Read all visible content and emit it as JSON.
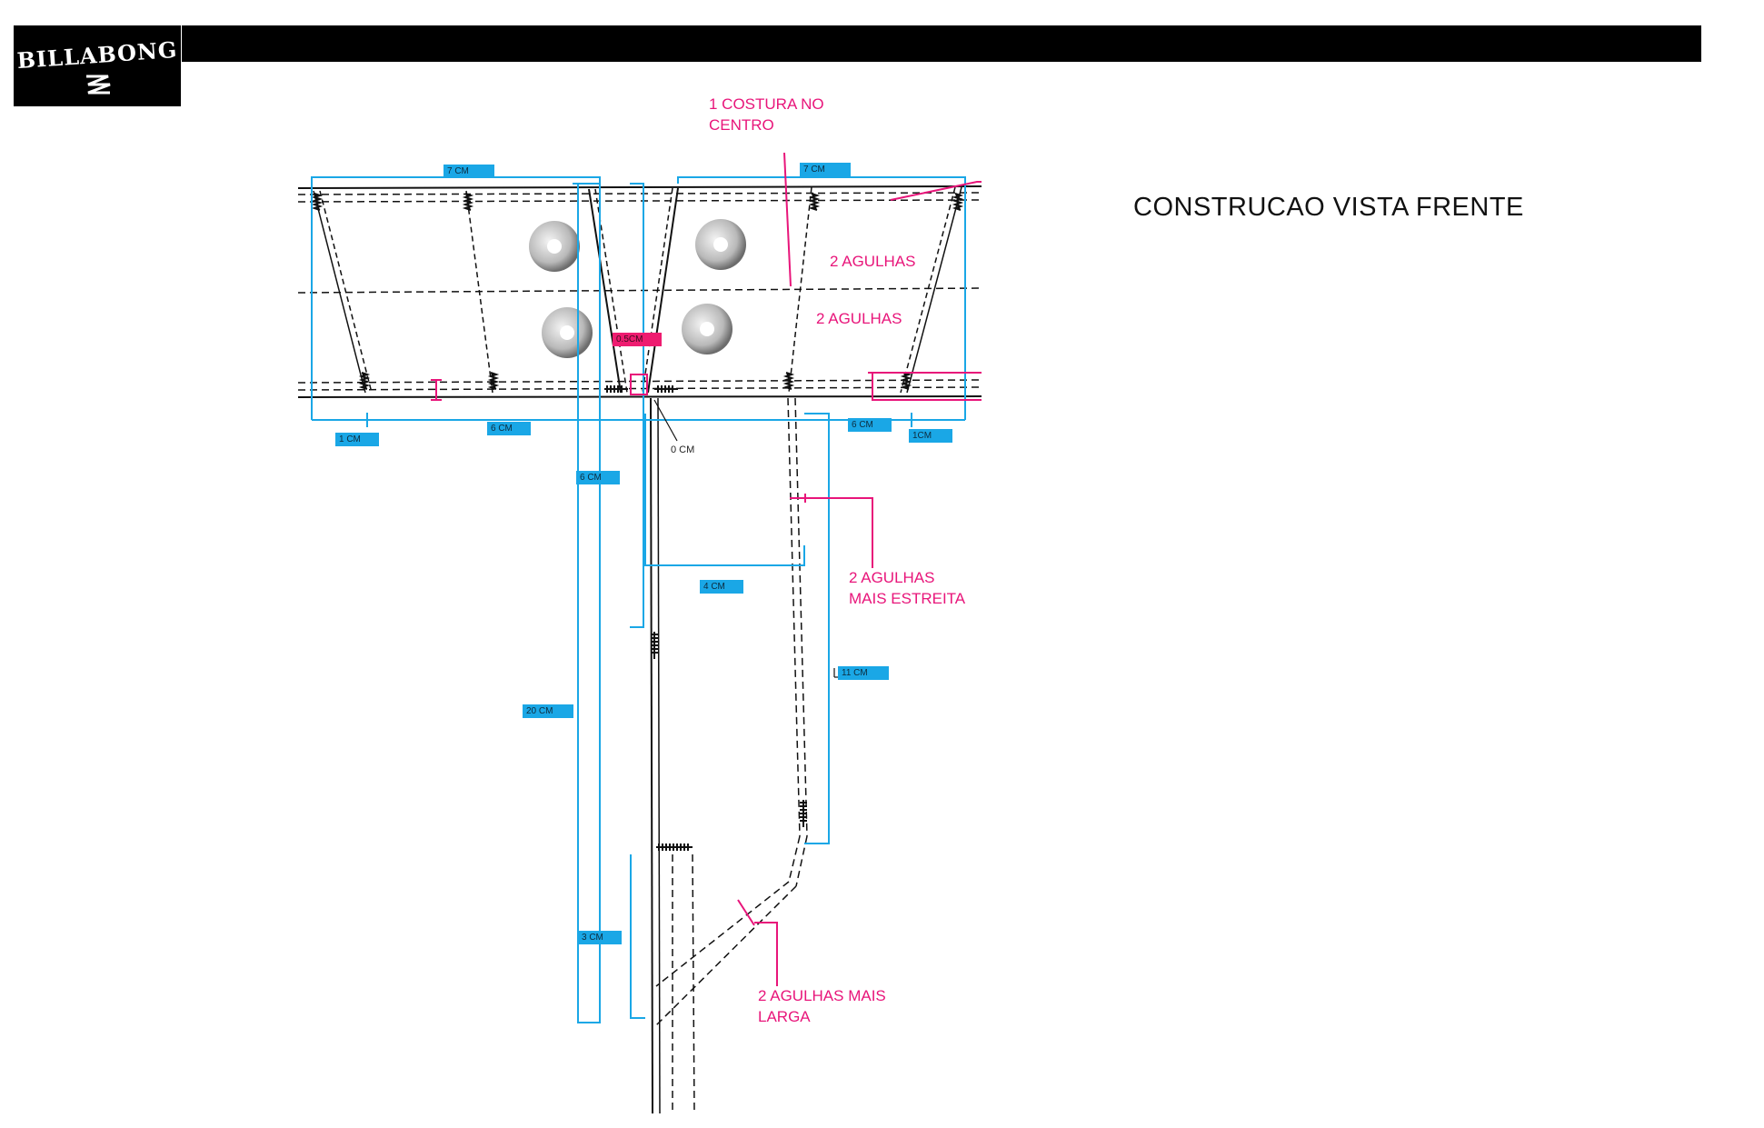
{
  "logo": {
    "text": "BILLABONG"
  },
  "title": "CONSTRUCAO VISTA FRENTE",
  "notes": {
    "center_seam": "1 COSTURA  NO CENTRO",
    "two_needles_1": "2 AGULHAS",
    "two_needles_2": "2 AGULHAS",
    "two_needles_narrow": "2 AGULHAS MAIS ESTREITA",
    "two_needles_wide": "2 AGULHAS MAIS LARGA"
  },
  "measurements": {
    "top_left": "7 CM",
    "top_right": "7 CM",
    "center_tag": "0.5CM",
    "zero": "0 CM",
    "bottom_left_1": "1 CM",
    "bottom_left_6": "6 CM",
    "bottom_right_6": "6 CM",
    "bottom_right_1": "1CM",
    "fly_6": "6 CM",
    "fly_4": "4 CM",
    "fly_11": "11 CM",
    "fly_20": "20 CM",
    "fly_3": "3 CM"
  },
  "colors": {
    "dimension": "#1aa7e6",
    "annotation": "#e8157a",
    "line": "#111111"
  }
}
